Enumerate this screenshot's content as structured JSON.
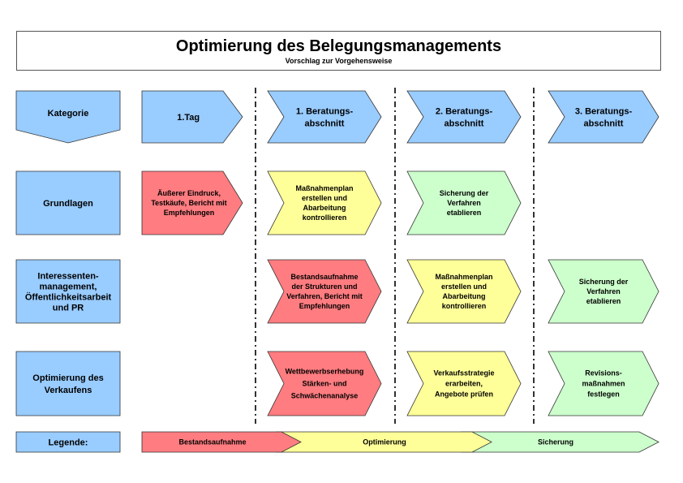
{
  "title": "Optimierung des Belegungsmanagements",
  "subtitle": "Vorschlag zur Vorgehensweise",
  "colors": {
    "category": "#99ccff",
    "bestand": "#ff7c80",
    "optimierung": "#ffff99",
    "sicherung": "#ccffcc",
    "outline": "#333333"
  },
  "row_labels": {
    "kategorie": "Kategorie",
    "grundlagen": "Grundlagen",
    "interessenten": [
      "Interessenten-",
      "management,",
      "Öffentlichkeitsarbeit",
      "und PR"
    ],
    "verkauf": [
      "Optimierung des",
      "Verkaufens"
    ],
    "legende": "Legende:"
  },
  "phases": {
    "tag1": [
      "1.Tag"
    ],
    "b1": [
      "1. Beratungs-",
      "abschnitt"
    ],
    "b2": [
      "2. Beratungs-",
      "abschnitt"
    ],
    "b3": [
      "3. Beratungs-",
      "abschnitt"
    ]
  },
  "cells": {
    "grundlagen_tag1": [
      "Äußerer Eindruck,",
      "Testkäufe, Bericht mit",
      "Empfehlungen"
    ],
    "grundlagen_b1": [
      "Maßnahmenplan",
      "erstellen und",
      "Abarbeitung",
      "kontrollieren"
    ],
    "grundlagen_b2": [
      "Sicherung der",
      "Verfahren",
      "etablieren"
    ],
    "interessenten_b1": [
      "Bestandsaufnahme",
      "der Strukturen und",
      "Verfahren, Bericht mit",
      "Empfehlungen"
    ],
    "interessenten_b2": [
      "Maßnahmenplan",
      "erstellen und",
      "Abarbeitung",
      "kontrollieren"
    ],
    "interessenten_b3": [
      "Sicherung der",
      "Verfahren",
      "etablieren"
    ],
    "verkauf_b1": [
      "Wettbewerbserhebung",
      "Stärken- und",
      "Schwächenanalyse"
    ],
    "verkauf_b2": [
      "Verkaufsstrategie",
      "erarbeiten,",
      "Angebote prüfen"
    ],
    "verkauf_b3": [
      "Revisions-",
      "maßnahmen",
      "festlegen"
    ]
  },
  "legend": {
    "bestand": "Bestandsaufnahme",
    "optimierung": "Optimierung",
    "sicherung": "Sicherung"
  }
}
